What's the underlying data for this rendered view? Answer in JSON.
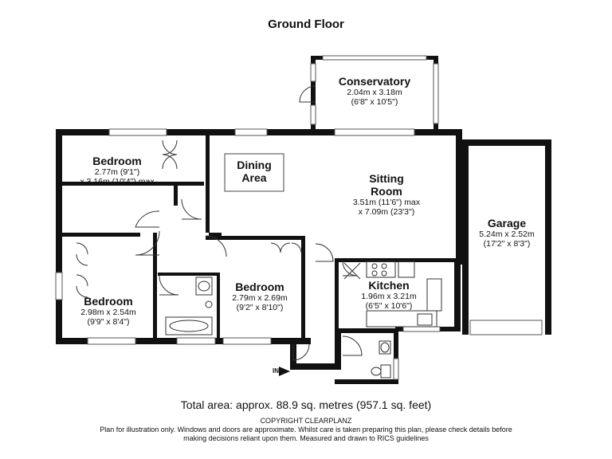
{
  "floor_title": "Ground Floor",
  "rooms": {
    "conservatory": {
      "name": "Conservatory",
      "dim_m": "2.04m x 3.18m",
      "dim_ft": "(6'8\" x 10'5\")"
    },
    "dining": {
      "name_line1": "Dining",
      "name_line2": "Area"
    },
    "sitting": {
      "name_line1": "Sitting",
      "name_line2": "Room",
      "dim_m": "3.51m (11'6\") max",
      "dim_ft": "x 7.09m (23'3\")"
    },
    "garage": {
      "name": "Garage",
      "dim_m": "5.24m x 2.52m",
      "dim_ft": "(17'2\" x 8'3\")"
    },
    "bedroom1": {
      "name": "Bedroom",
      "dim_m": "2.77m (9'1\")",
      "dim_ft": "x 3.16m (10'4\") max"
    },
    "bedroom2": {
      "name": "Bedroom",
      "dim_m": "2.98m x 2.54m",
      "dim_ft": "(9'9\" x 8'4\")"
    },
    "bedroom3": {
      "name": "Bedroom",
      "dim_m": "2.79m x 2.69m",
      "dim_ft": "(9'2\" x 8'10\")"
    },
    "kitchen": {
      "name": "Kitchen",
      "dim_m": "1.96m x 3.21m",
      "dim_ft": "(6'5\" x 10'6\")"
    }
  },
  "entrance_label": "IN",
  "total_area": "Total area: approx. 88.9 sq. metres (957.1 sq. feet)",
  "copyright": "COPYRIGHT CLEARPLANZ",
  "disclaimer_line1": "Plan for illustration only. Windows and doors are approximate. Whilst care is taken preparing this plan, please check details before",
  "disclaimer_line2": "making decisions reliant upon them. Measured and drawn to RICS guidelines"
}
